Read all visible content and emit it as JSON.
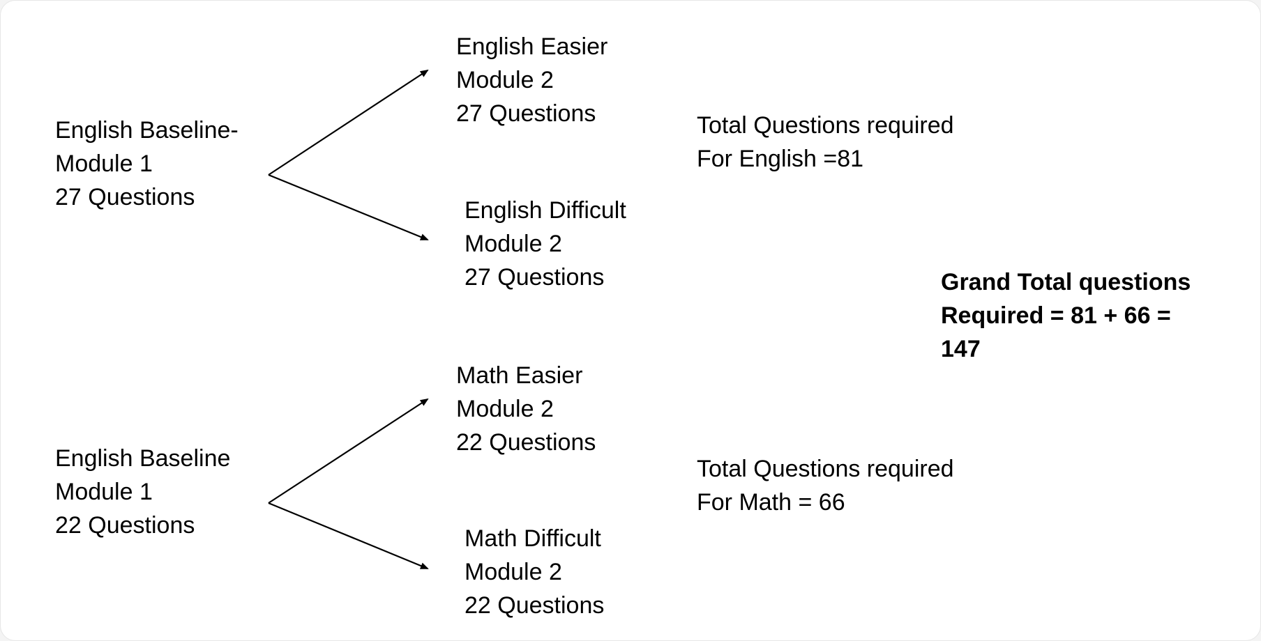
{
  "colors": {
    "text": "#000000",
    "background": "#ffffff",
    "arrow": "#000000"
  },
  "english": {
    "baseline": [
      "English Baseline-",
      "Module 1",
      "27 Questions"
    ],
    "easier": [
      "English Easier",
      "Module 2",
      "27 Questions"
    ],
    "difficult": [
      "English Difficult",
      "Module 2",
      "27 Questions"
    ],
    "total": [
      "Total Questions required",
      "For English =81"
    ]
  },
  "math": {
    "baseline": [
      "English Baseline",
      "Module 1",
      "22 Questions"
    ],
    "easier": [
      "Math Easier",
      "Module 2",
      "22 Questions"
    ],
    "difficult": [
      "Math Difficult",
      "Module 2",
      "22 Questions"
    ],
    "total": [
      "Total Questions required",
      "For Math = 66"
    ]
  },
  "grand_total": [
    "Grand Total questions",
    "Required = 81 + 66 =",
    "147"
  ]
}
